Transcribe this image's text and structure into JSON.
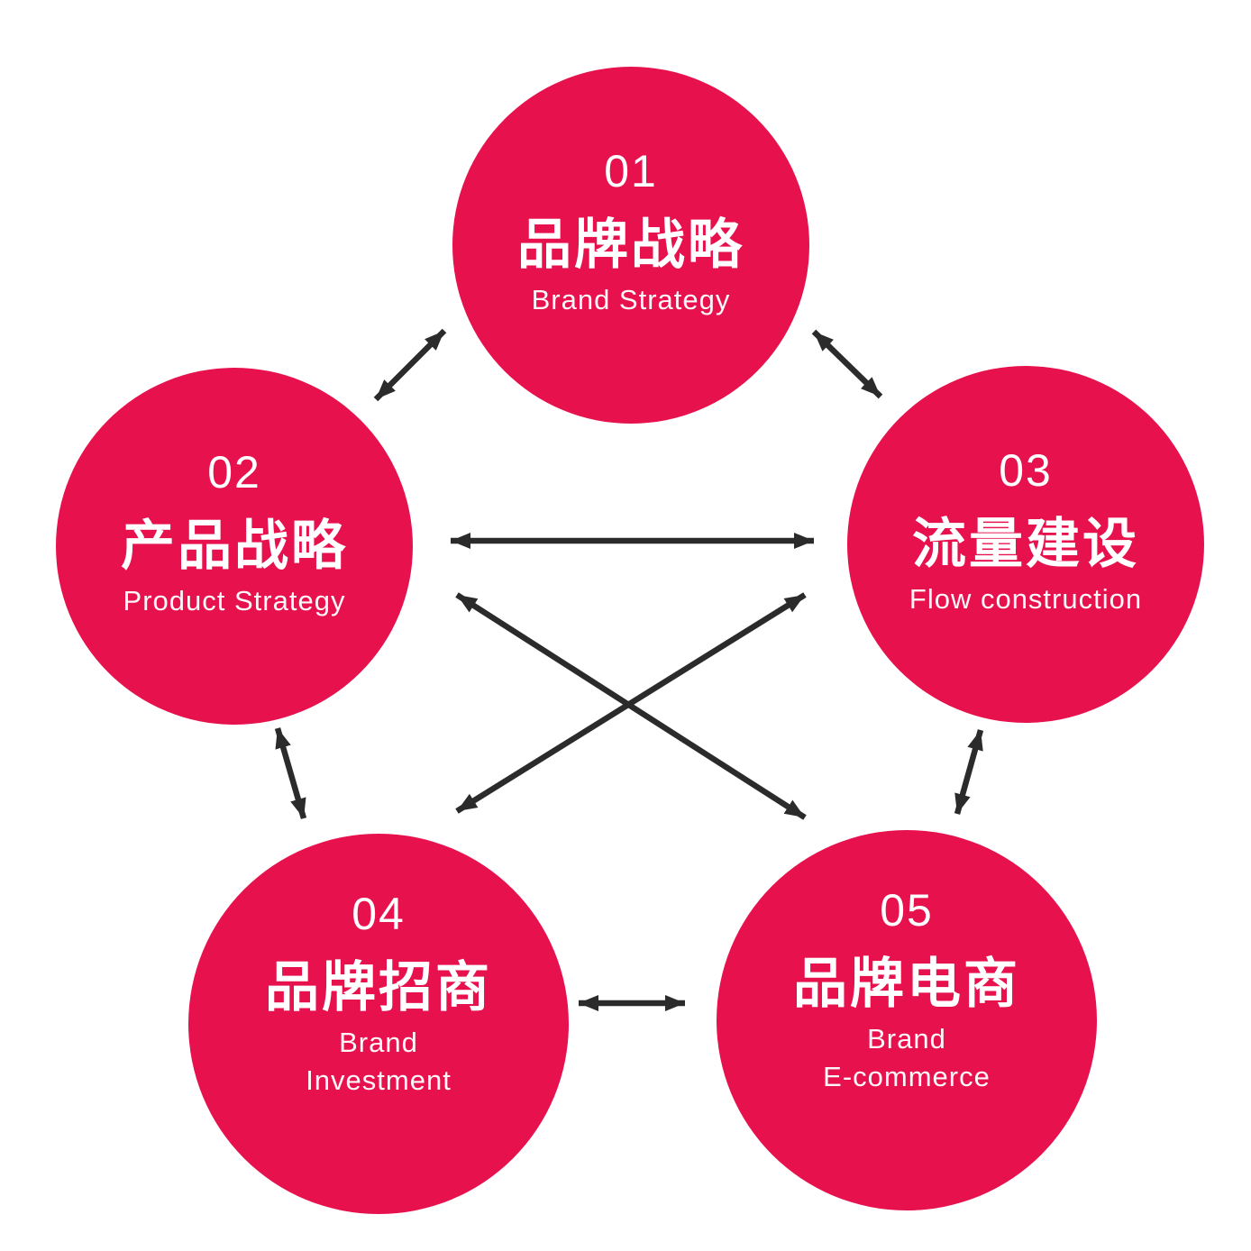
{
  "diagram": {
    "background_color": "#ffffff",
    "node_color": "#e7114d",
    "arrow_color": "#2b2b2b",
    "nodes": [
      {
        "id": "01",
        "number": "01",
        "title_zh": "品牌战略",
        "title_en_1": "Brand Strategy",
        "title_en_2": ""
      },
      {
        "id": "02",
        "number": "02",
        "title_zh": "产品战略",
        "title_en_1": "Product Strategy",
        "title_en_2": ""
      },
      {
        "id": "03",
        "number": "03",
        "title_zh": "流量建设",
        "title_en_1": "Flow construction",
        "title_en_2": ""
      },
      {
        "id": "04",
        "number": "04",
        "title_zh": "品牌招商",
        "title_en_1": "Brand",
        "title_en_2": "Investment"
      },
      {
        "id": "05",
        "number": "05",
        "title_zh": "品牌电商",
        "title_en_1": "Brand",
        "title_en_2": "E-commerce"
      }
    ],
    "connections": [
      {
        "from": "01",
        "to": "02",
        "bidirectional": true
      },
      {
        "from": "01",
        "to": "03",
        "bidirectional": true
      },
      {
        "from": "02",
        "to": "03",
        "bidirectional": true
      },
      {
        "from": "02",
        "to": "04",
        "bidirectional": true
      },
      {
        "from": "02",
        "to": "05",
        "bidirectional": true
      },
      {
        "from": "03",
        "to": "04",
        "bidirectional": true
      },
      {
        "from": "03",
        "to": "05",
        "bidirectional": true
      },
      {
        "from": "04",
        "to": "05",
        "bidirectional": true
      }
    ]
  }
}
